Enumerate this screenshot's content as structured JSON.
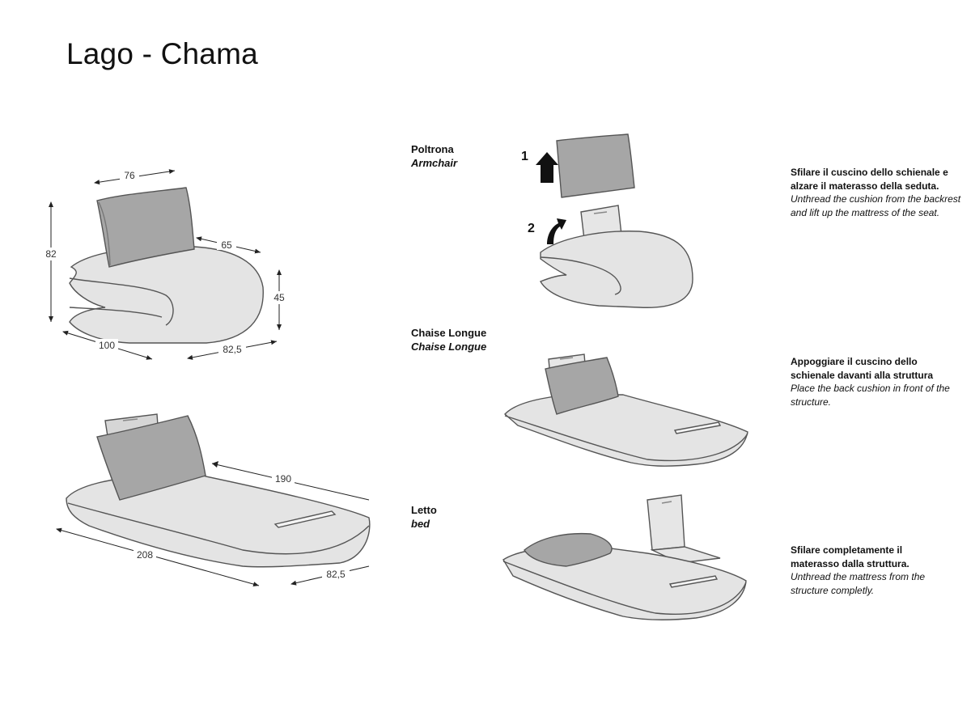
{
  "title": "Lago - Chama",
  "dimensions": {
    "armchair": {
      "width": "76",
      "height": "82",
      "depth_back": "65",
      "seat_height": "45",
      "length": "100",
      "depth": "82,5"
    },
    "chaise": {
      "inner_length": "190",
      "length": "208",
      "depth": "82,5"
    }
  },
  "sections": [
    {
      "label_it": "Poltrona",
      "label_en": "Armchair"
    },
    {
      "label_it": "Chaise Longue",
      "label_en": "Chaise Longue"
    },
    {
      "label_it": "Letto",
      "label_en": "bed"
    }
  ],
  "steps": {
    "one": "1",
    "two": "2"
  },
  "instructions": [
    {
      "it": "Sfilare il cuscino dello schienale e alzare il materasso della seduta.",
      "en": "Unthread the cushion from the backrest and lift up the mattress of the seat."
    },
    {
      "it": "Appoggiare il cuscino dello schienale davanti alla struttura",
      "en": "Place the back cushion in front of the structure."
    },
    {
      "it": "Sfilare completamente il materasso dalla struttura.",
      "en": "Unthread the mattress from the structure completly."
    }
  ]
}
